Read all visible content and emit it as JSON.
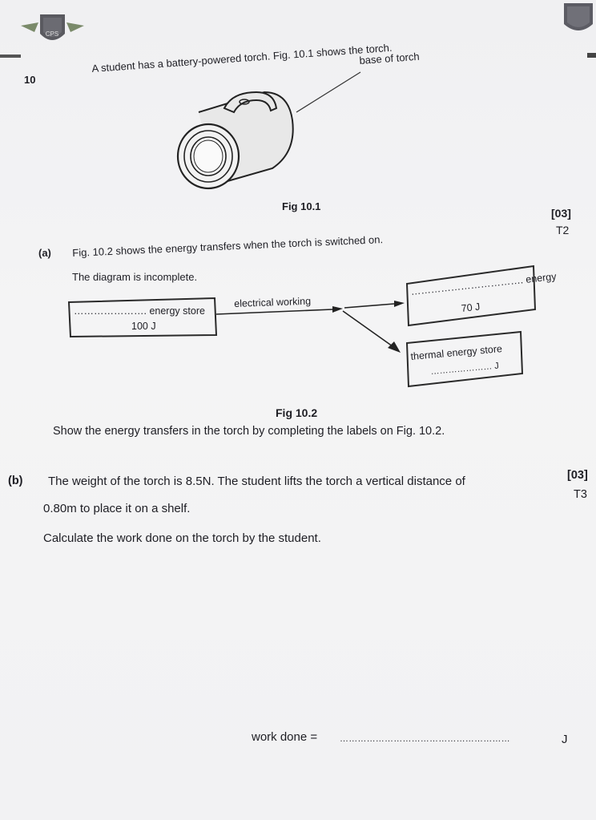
{
  "header": {
    "question_number": "10",
    "intro": "A student has a battery-powered torch. Fig. 10.1 shows the torch.",
    "torch_label": "base of torch",
    "fig1_caption": "Fig 10.1"
  },
  "part_a": {
    "marks": "[03]",
    "code": "T2",
    "label": "(a)",
    "line1": "Fig. 10.2 shows the energy transfers when the torch is switched on.",
    "line2": "The diagram is incomplete.",
    "diagram": {
      "left_box_line1": "…………………. energy store",
      "left_box_value": "100 J",
      "arrow_label": "electrical working",
      "right_top_line1": "……………………………. energy",
      "right_top_value": "70 J",
      "right_bottom_line1": "thermal energy store",
      "right_bottom_value": "………………… J"
    },
    "fig2_caption": "Fig 10.2",
    "instruction": "Show the energy transfers in the torch by completing the labels on Fig. 10.2."
  },
  "part_b": {
    "label": "(b)",
    "marks": "[03]",
    "code": "T3",
    "line1": "The weight of the torch is 8.5N. The student lifts the torch a vertical distance of",
    "line2": "0.80m to place it on a shelf.",
    "line3": "Calculate the work done on the torch by the student.",
    "answer_label": "work done =",
    "answer_line": "…………………………………………………",
    "answer_unit": "J"
  },
  "crest": {
    "text": "CPS"
  }
}
